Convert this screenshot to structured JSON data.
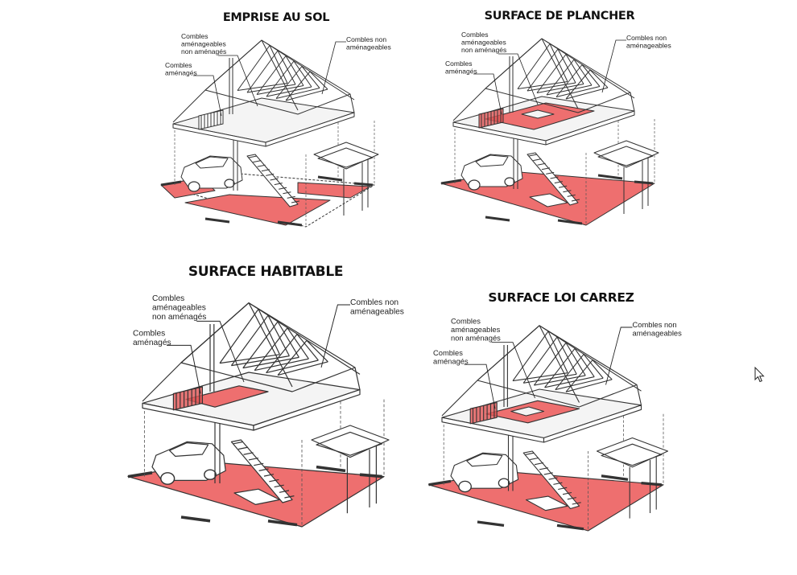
{
  "colors": {
    "highlight": "#ee6f6f",
    "highlight_dark": "#e25555",
    "line": "#333333",
    "roof_fill": "#eeeeee",
    "floor_fill": "#f4f4f4"
  },
  "panels": [
    {
      "title": "EMPRISE AU SOL",
      "label_amenages": "Combles\naménagés",
      "label_amenageables": "Combles\naménageables\nnon aménagés",
      "label_non_amenageables": "Combles non\naménageables"
    },
    {
      "title": "SURFACE DE PLANCHER",
      "label_amenages": "Combles\naménagés",
      "label_amenageables": "Combles\naménageables\nnon aménagés",
      "label_non_amenageables": "Combles non\naménageables"
    },
    {
      "title": "SURFACE HABITABLE",
      "label_amenages": "Combles\naménagés",
      "label_amenageables": "Combles\naménageables\nnon aménagés",
      "label_non_amenageables": "Combles non\naménageables"
    },
    {
      "title": "SURFACE LOI CARREZ",
      "label_amenages": "Combles\naménagés",
      "label_amenageables": "Combles\naménageables\nnon aménagés",
      "label_non_amenageables": "Combles non\naménageables"
    }
  ],
  "icons": {
    "cursor": "mouse-pointer-icon"
  }
}
